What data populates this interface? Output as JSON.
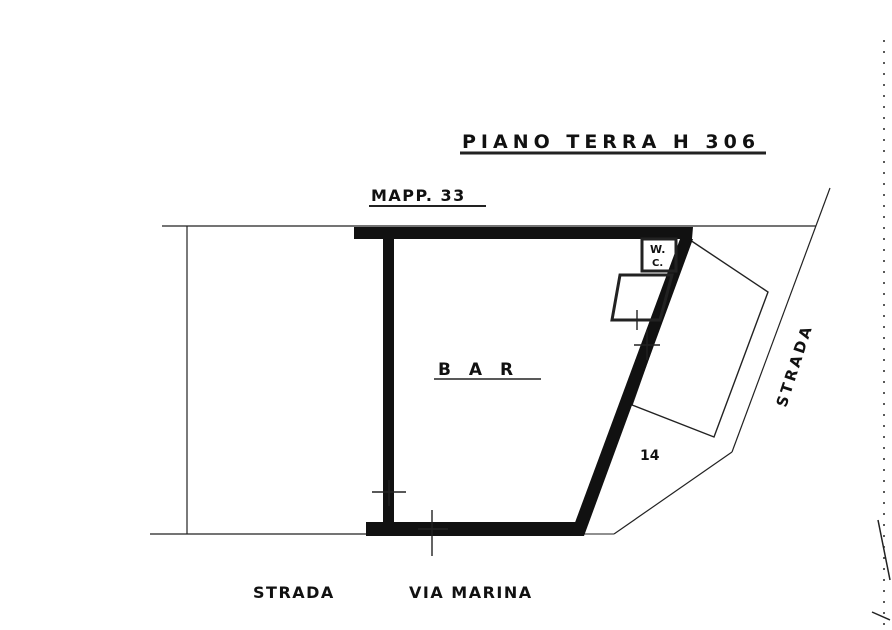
{
  "title": "PIANO TERRA H 306",
  "parcel_label": "MAPP. 33",
  "room_label": "B A R",
  "toilet_label": "W.",
  "toilet_sublabel": "C.",
  "street_right": "STRADA",
  "street_bottom_prefix": "STRADA",
  "street_bottom_name": "VIA MARINA",
  "neighbour_number": "14",
  "colors": {
    "ink": "#111111",
    "paper": "#ffffff"
  }
}
